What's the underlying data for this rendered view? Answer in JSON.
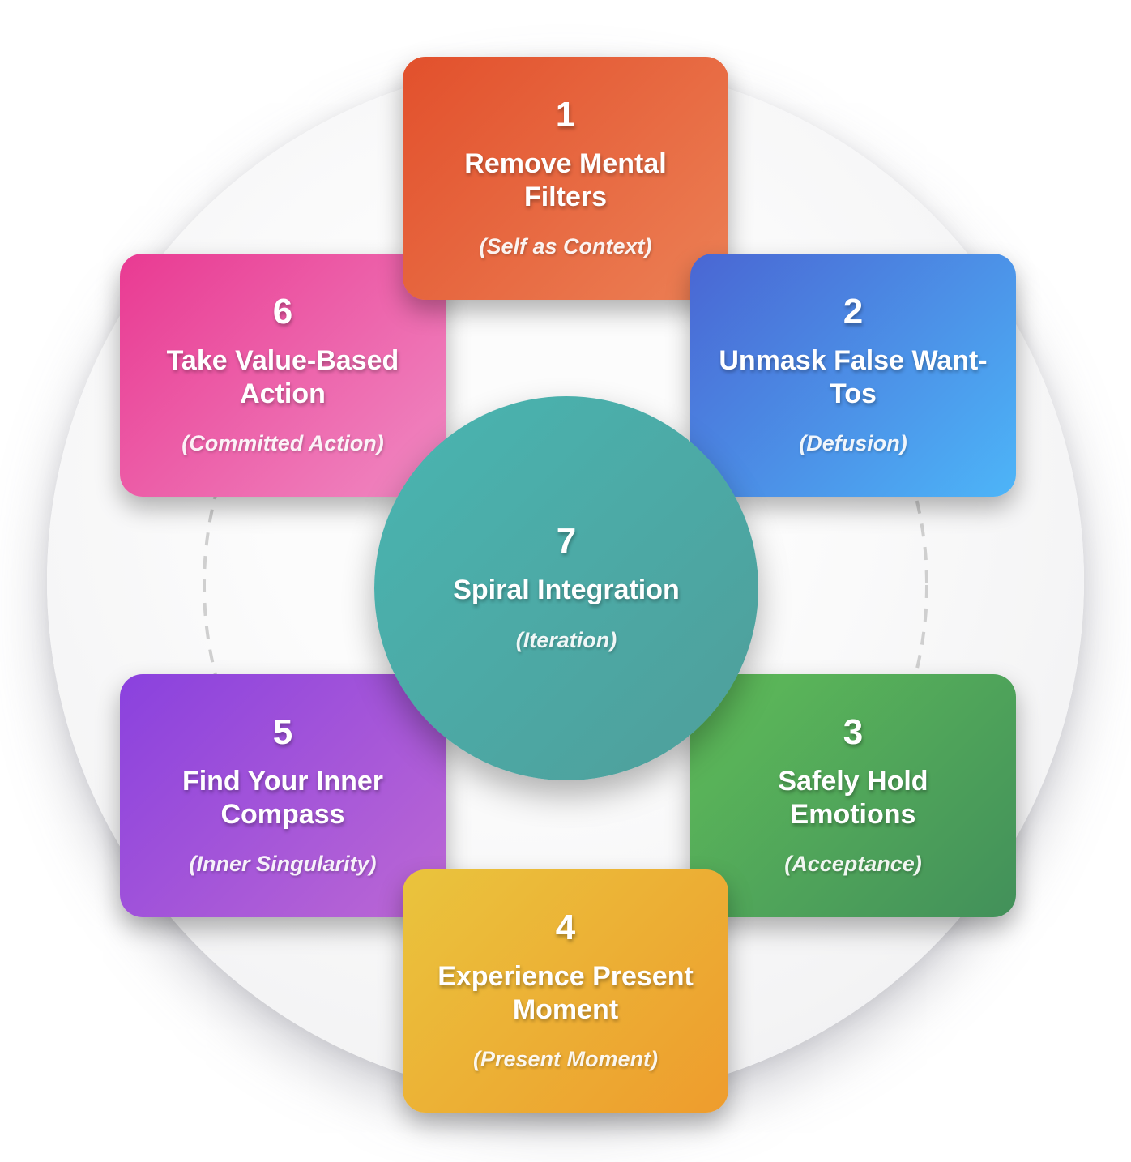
{
  "diagram": {
    "type": "circular-cycle",
    "background": {
      "page_color": "#ffffff",
      "disc_color": "#f3f3f5",
      "dashed_ring_color": "#cfcfcf"
    },
    "center": {
      "number": "7",
      "title": "Spiral Integration",
      "subtitle": "(Iteration)",
      "color_start": "#49b5b1",
      "color_end": "#4f9e9a"
    },
    "steps": [
      {
        "number": "1",
        "title": "Remove Mental Filters",
        "subtitle": "(Self as Context)",
        "position": "top",
        "color_start": "#e2502c",
        "color_end": "#ec8055"
      },
      {
        "number": "2",
        "title": "Unmask False Want-Tos",
        "subtitle": "(Defusion)",
        "position": "upper-right",
        "color_start": "#4a66d3",
        "color_end": "#4db5f8"
      },
      {
        "number": "3",
        "title": "Safely Hold Emotions",
        "subtitle": "(Acceptance)",
        "position": "lower-right",
        "color_start": "#5fbc59",
        "color_end": "#42905a"
      },
      {
        "number": "4",
        "title": "Experience Present Moment",
        "subtitle": "(Present Moment)",
        "position": "bottom",
        "color_start": "#eac43d",
        "color_end": "#ee9c2d"
      },
      {
        "number": "5",
        "title": "Find Your Inner Compass",
        "subtitle": "(Inner Singularity)",
        "position": "lower-left",
        "color_start": "#8a41de",
        "color_end": "#bc68d4"
      },
      {
        "number": "6",
        "title": "Take Value-Based Action",
        "subtitle": "(Committed Action)",
        "position": "upper-left",
        "color_start": "#e93a92",
        "color_end": "#f089c2"
      }
    ]
  }
}
